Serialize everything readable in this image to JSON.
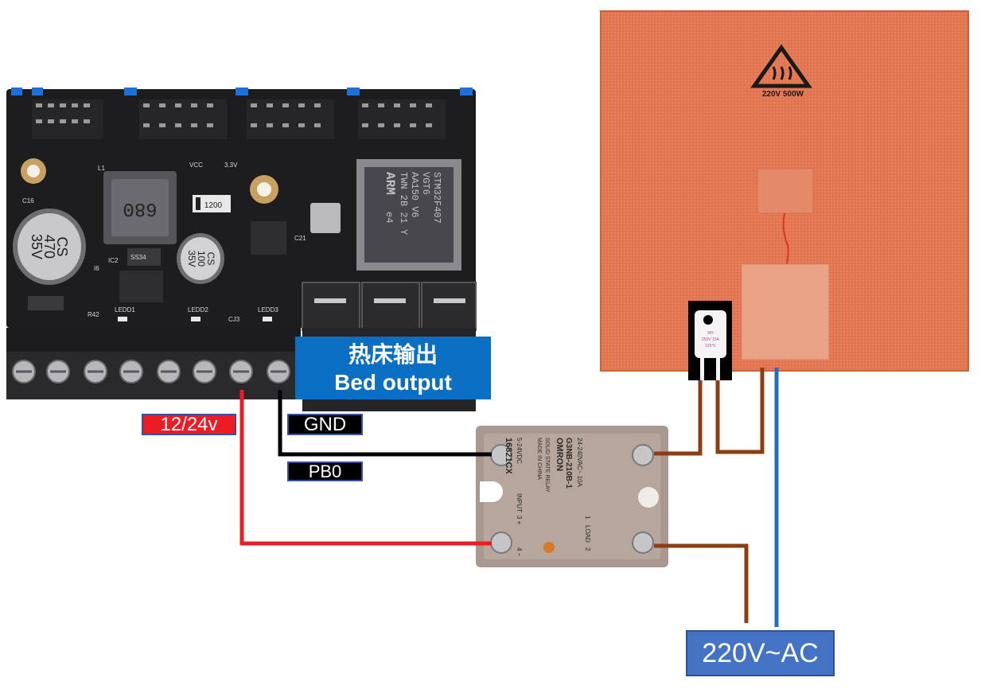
{
  "labels": {
    "bed_output_cn": "热床输出",
    "bed_output_en": "Bed output",
    "power_in": "12/24v",
    "gnd": "GND",
    "pb0": "PB0",
    "ac_supply": "220V~AC"
  },
  "board": {
    "cap_large": [
      "CS",
      "470",
      "35V"
    ],
    "cap_small": [
      "CS",
      "100",
      "35V"
    ],
    "inductor": "680",
    "mcu": [
      "STM32F407",
      "VGT6",
      "AA150 V6",
      "TWN 2B 21 Y",
      "ARM",
      "e4"
    ],
    "resistor": "1200",
    "silk": [
      "C16",
      "L1",
      "IC2",
      "I6",
      "R42",
      "LEDD1",
      "LEDD2",
      "LEDD3",
      "CJ3",
      "C21",
      "VCC",
      "3.3V",
      "SS34"
    ]
  },
  "relay": {
    "brand": "OMRON",
    "model": "G3NB-210B-1",
    "load_label": "LOAD",
    "load_rating": "24-240VAC~ 10A",
    "input_label": "INPUT",
    "input_rating": "5-24VDC",
    "code": "16821CX",
    "desc": [
      "SOLID STATE RELAY",
      "MADE IN CHINA"
    ],
    "pins": [
      "1",
      "2",
      "3 +",
      "4 −"
    ]
  },
  "heater": {
    "warning_label": "220V 500W"
  },
  "thermal_fuse": {
    "text": [
      "RH",
      "250V 15A",
      "125℃"
    ]
  },
  "colors": {
    "bed_output_bg": "#0a6fc2",
    "power_wire": "#ec1c24",
    "signal_wire": "#000000",
    "load_wire": "#8b3e12",
    "neutral_wire": "#1f6fbf",
    "ac_label_bg": "#4472c4",
    "heater": "#e2754f"
  }
}
